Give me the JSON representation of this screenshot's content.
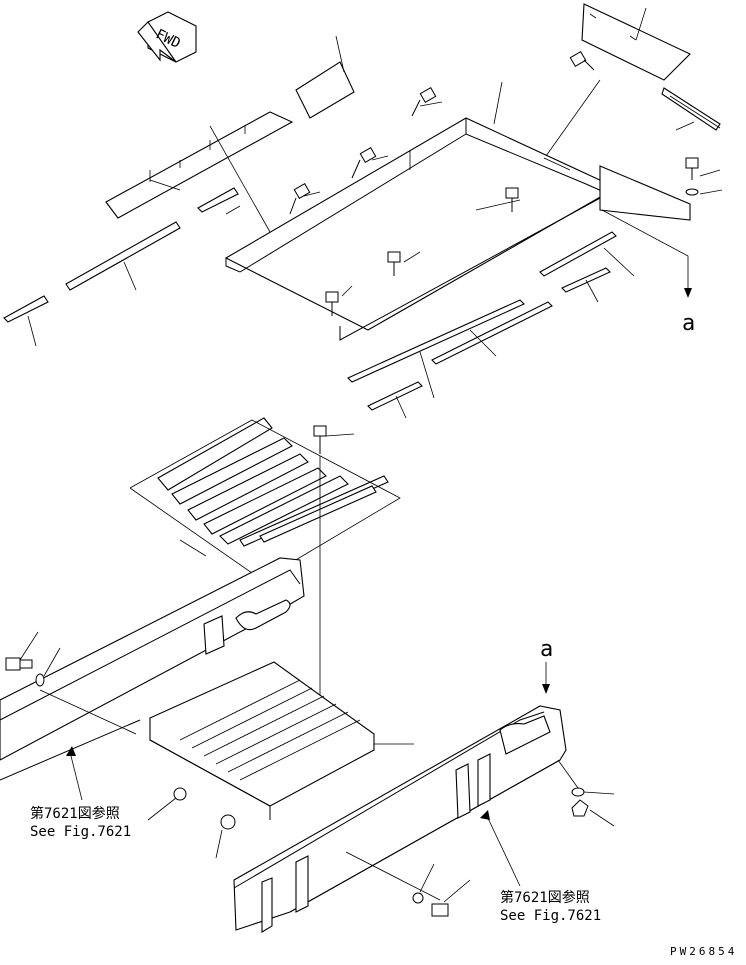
{
  "drawing": {
    "forward_label": "FWD",
    "ref_letter_top": "a",
    "ref_letter_bottom": "a",
    "ref_left_jp": "第7621図参照",
    "ref_left_en": "See Fig.7621",
    "ref_right_jp": "第7621図参照",
    "ref_right_en": "See Fig.7621",
    "drawing_number": "PW26854"
  }
}
